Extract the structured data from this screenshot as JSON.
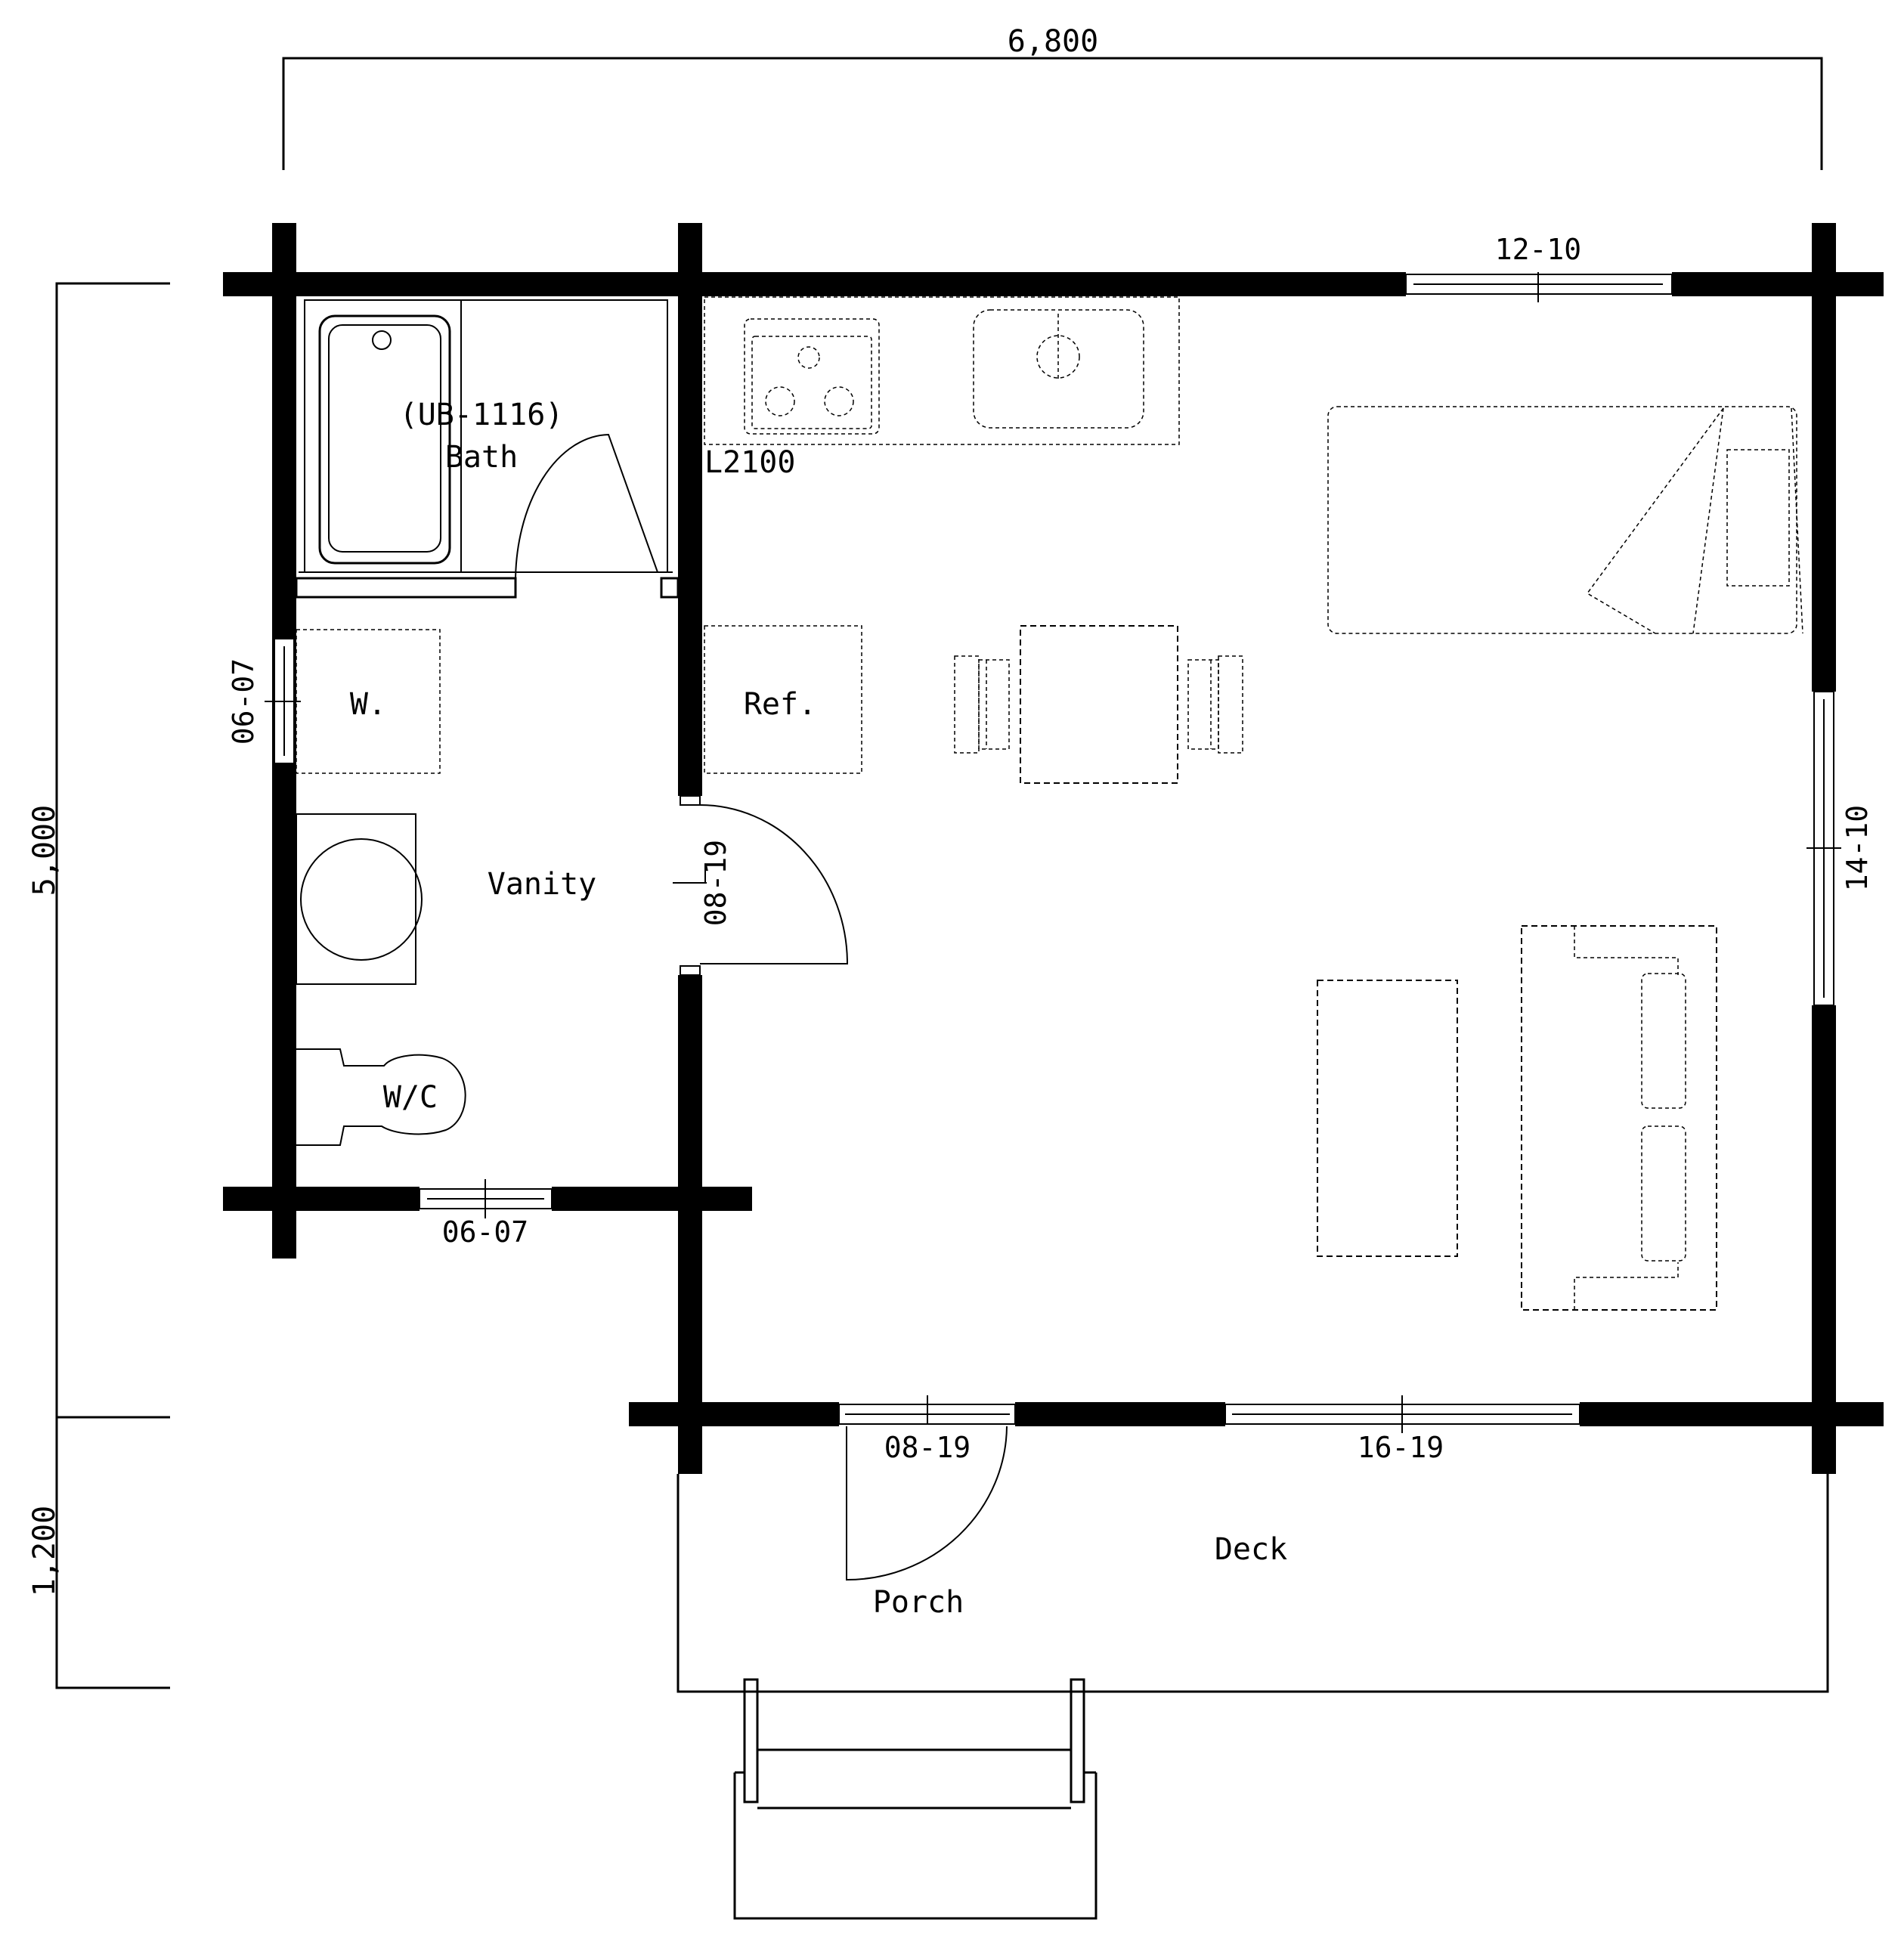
{
  "dimensions": {
    "width": "6,800",
    "height_main": "5,000",
    "height_deck": "1,200"
  },
  "rooms": {
    "bath_model": "(UB-1116)",
    "bath": "Bath",
    "kitchen": "L2100",
    "washer": "W.",
    "fridge": "Ref.",
    "vanity": "Vanity",
    "toilet": "W/C",
    "deck": "Deck",
    "porch": "Porch"
  },
  "openings": {
    "north_window": "12-10",
    "east_window": "14-10",
    "west_window": "06-07",
    "south_small_window": "06-07",
    "interior_door": "08-19",
    "entry_door": "08-19",
    "south_window": "16-19"
  }
}
